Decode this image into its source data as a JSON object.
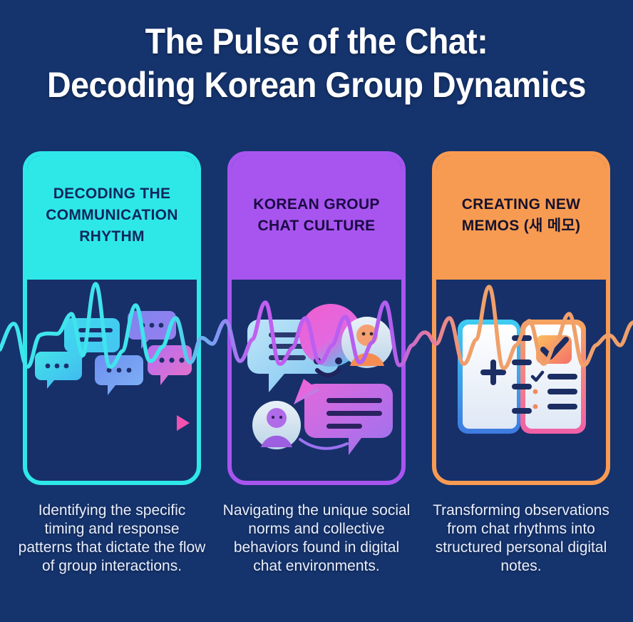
{
  "title": {
    "line1": "The Pulse of the Chat:",
    "line2": "Decoding Korean Group Dynamics"
  },
  "colors": {
    "background": "#15336d",
    "card_body": "#17306a",
    "accent_cyan": "#2ee8e8",
    "accent_purple": "#a855f0",
    "accent_orange": "#f89b52",
    "title_text": "#ffffff",
    "caption_text": "#e8eefc"
  },
  "cards": [
    {
      "id": "decoding-communication-rhythm",
      "header": "DECODING THE COMMUNICATION RHYTHM",
      "accent": "#2ee8e8",
      "illustration": "chat-bubbles-timeline-icon",
      "caption": "Identifying the specific timing and response patterns that dictate the flow of group interactions."
    },
    {
      "id": "korean-group-chat-culture",
      "header": "KOREAN GROUP CHAT CULTURE",
      "accent": "#a855f0",
      "illustration": "chat-bubbles-avatars-icon",
      "caption": "Navigating the unique social norms and collective behaviors found in digital chat environments."
    },
    {
      "id": "creating-new-memos",
      "header": "CREATING NEW MEMOS (새 메모)",
      "accent": "#f89b52",
      "illustration": "notebook-checklist-icon",
      "caption": "Transforming observations from chat rhythms into structured personal digital notes."
    }
  ],
  "waveform": {
    "name": "pulse-waveform",
    "description": "Continuous audio-style pulse line crossing all three cards, gradient cyan to purple to orange"
  }
}
